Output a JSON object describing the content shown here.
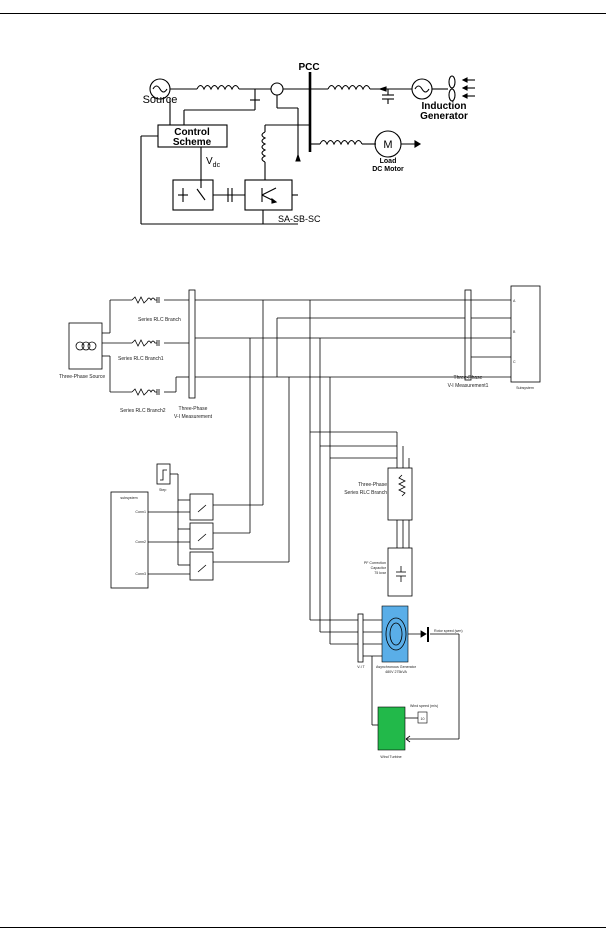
{
  "schematic": {
    "pcc": "PCC",
    "source": "Source",
    "control_line1": "Control",
    "control_line2": "Scheme",
    "vdc": "V",
    "vdc_sub": "dc",
    "induction_line1": "Induction",
    "induction_line2": "Generator",
    "load_line1": "Load",
    "load_line2": "DC Motor",
    "motor_letter": "M",
    "switch_signals": "SA-SB-SC"
  },
  "simulink": {
    "three_phase_source": "Three-Phase Source",
    "rlc1": "Series RLC Branch",
    "rlc2": "Series RLC Branch1",
    "rlc3": "Series RLC Branch2",
    "vi_meas_line1": "Three-Phase",
    "vi_meas_line2": "V-I Measurement",
    "vi_meas1_line1": "Three-Phase",
    "vi_meas1_line2": "V-I Measurement1",
    "subsystem": "Subsystem",
    "port_a": "A",
    "port_b": "B",
    "port_c": "C",
    "rlc_branch_line1": "Three-Phase",
    "rlc_branch_line2": "Series RLC Branch",
    "pf_cap_line1": "PF Correction",
    "pf_cap_line2": "Capacitor",
    "pf_cap_line3": "75 kvar",
    "step": "Step",
    "subsystem_left": "subsystem",
    "conn1": "Conn1",
    "conn2": "Conn2",
    "conn3": "Conn3",
    "async_line1": "Asynchronous Generator",
    "async_line2": "480V 275kVA",
    "vit": "V-I T",
    "rotor_speed": "Rotor speed (wm)",
    "wind_speed": "Wind speed (m/s)",
    "wind_value": "10",
    "wind_turbine": "Wind Turbine"
  }
}
